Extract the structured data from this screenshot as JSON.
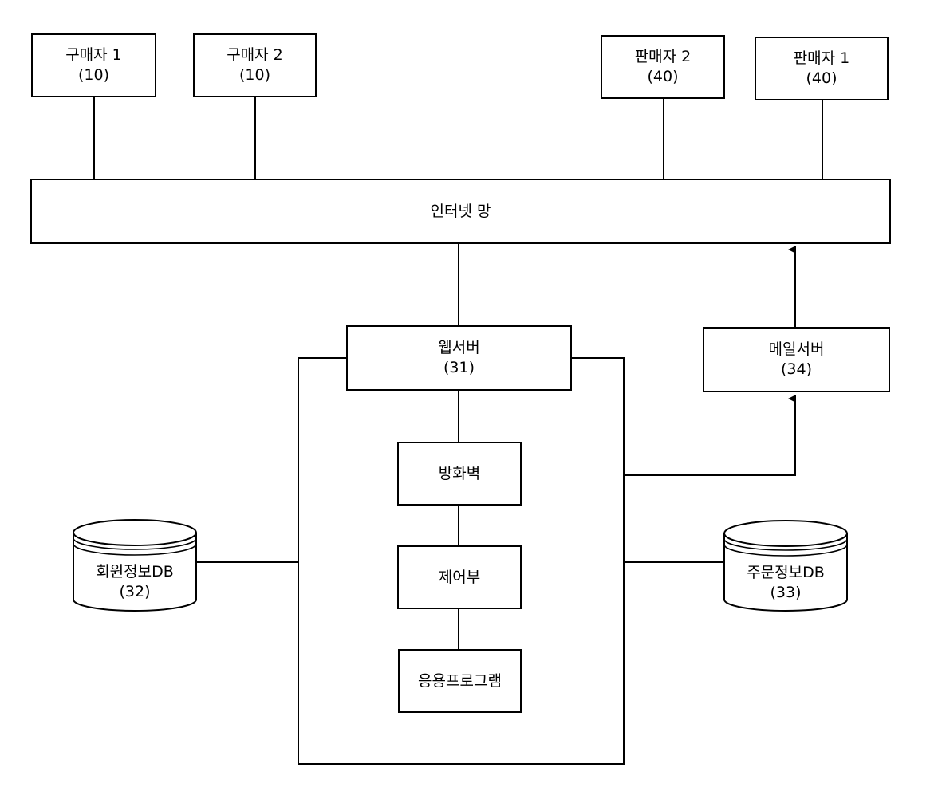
{
  "buyers": [
    {
      "name": "구매자 1",
      "ref": "(10)"
    },
    {
      "name": "구매자 2",
      "ref": "(10)"
    }
  ],
  "sellers": [
    {
      "name": "판매자 2",
      "ref": "(40)"
    },
    {
      "name": "판매자 1",
      "ref": "(40)"
    }
  ],
  "internet": {
    "label": "인터넷 망"
  },
  "web_server": {
    "name": "웹서버",
    "ref": "(31)"
  },
  "mail_server": {
    "name": "메일서버",
    "ref": "(34)"
  },
  "firewall": {
    "label": "방화벽"
  },
  "controller": {
    "label": "제어부"
  },
  "application": {
    "label": "응용프로그램"
  },
  "member_db": {
    "name": "회원정보DB",
    "ref": "(32)"
  },
  "order_db": {
    "name": "주문정보DB",
    "ref": "(33)"
  }
}
